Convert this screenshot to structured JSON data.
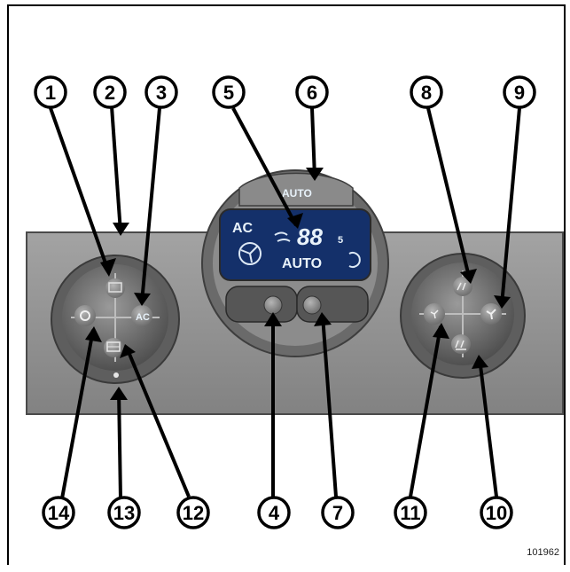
{
  "display": {
    "ac_label": "AC",
    "temperature": "88",
    "temperature_unit": "5",
    "auto_label": "AUTO"
  },
  "panel": {
    "auto_button_label": "AUTO",
    "ac_button_label": "AC"
  },
  "callouts": [
    "1",
    "2",
    "3",
    "5",
    "6",
    "8",
    "9",
    "14",
    "13",
    "12",
    "4",
    "7",
    "11",
    "10"
  ],
  "reference_code": "101962",
  "colors": {
    "panel": "#8f8f8f",
    "knob": "#6e6e6e",
    "screen": "#14306a",
    "callout_fill": "#ffffff",
    "line": "#000000"
  }
}
